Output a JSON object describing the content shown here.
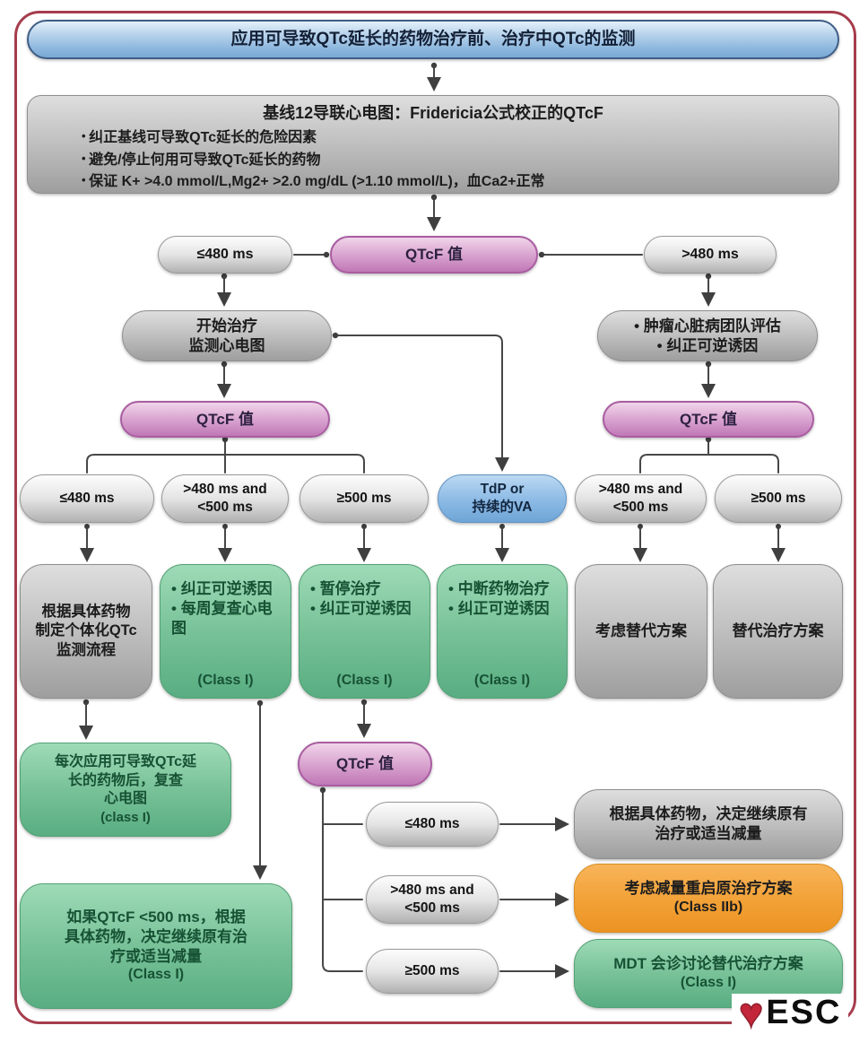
{
  "colors": {
    "frame_red": "#a63d4d",
    "header_blue": "#8db7de",
    "node_gray": "#bdbdbd",
    "decision_pink": "#c078b6",
    "alert_blue": "#8fbce6",
    "action_green": "#7cc49b",
    "caution_orange": "#f2a136",
    "connector": "#474747"
  },
  "header": {
    "title": "应用可导致QTc延长的药物治疗前、治疗中QTc的监测"
  },
  "baseline": {
    "title": "基线12导联心电图：Fridericia公式校正的QTcF",
    "bullets": [
      "纠正基线可导致QTc延长的危险因素",
      "避免/停止何用可导致QTc延长的药物",
      "保证 K+ >4.0 mmol/L,Mg2+ >2.0 mg/dL (>1.10 mmol/L)，血Ca2+正常"
    ]
  },
  "qtcf_label": "QTcF 值",
  "row1": {
    "left_pill": "≤480 ms",
    "right_pill": ">480 ms"
  },
  "start_box": {
    "lines": [
      "开始治疗",
      "监测心电图"
    ]
  },
  "team_box": {
    "bullets": [
      "肿瘤心脏病团队评估",
      "纠正可逆诱因"
    ]
  },
  "branch_pills": {
    "p1": "≤480 ms",
    "p2": [
      ">480 ms and",
      "<500 ms"
    ],
    "p3": "≥500 ms",
    "p4": [
      "TdP or",
      "持续的VA"
    ],
    "p5": [
      ">480 ms and",
      "<500 ms"
    ],
    "p6": "≥500 ms"
  },
  "actions": {
    "a1": {
      "lines": [
        "根据具体药物",
        "制定个体化QTc",
        "监测流程"
      ]
    },
    "a2": {
      "bullets": [
        "纠正可逆诱因",
        "每周复查心电图"
      ],
      "cls": "(Class I)"
    },
    "a3": {
      "bullets": [
        "暂停治疗",
        "纠正可逆诱因"
      ],
      "cls": "(Class I)"
    },
    "a4": {
      "bullets": [
        "中断药物治疗",
        "纠正可逆诱因"
      ],
      "cls": "(Class I)"
    },
    "a5": {
      "label": "考虑替代方案"
    },
    "a6": {
      "label": "替代治疗方案"
    }
  },
  "followup": {
    "lines": [
      "每次应用可导致QTc延",
      "长的药物后，复查",
      "心电图"
    ],
    "cls": "(class I)"
  },
  "bottom_pills": {
    "p1": "≤480 ms",
    "p2": [
      ">480 ms and",
      "<500 ms"
    ],
    "p3": "≥500 ms"
  },
  "bottom_boxes": {
    "b1": {
      "lines": [
        "根据具体药物，决定继续原有",
        "治疗或适当减量"
      ]
    },
    "b2": {
      "line": "考虑减量重启原治疗方案",
      "cls": "(Class IIb)"
    },
    "b3": {
      "line": "MDT 会诊讨论替代治疗方案",
      "cls": "(Class I)"
    }
  },
  "bottom_left": {
    "lines": [
      "如果QTcF <500 ms，根据",
      "具体药物，决定继续原有治",
      "疗或适当减量"
    ],
    "cls": "(Class I)"
  },
  "logo": {
    "heart": "♥",
    "text": "ESC"
  }
}
